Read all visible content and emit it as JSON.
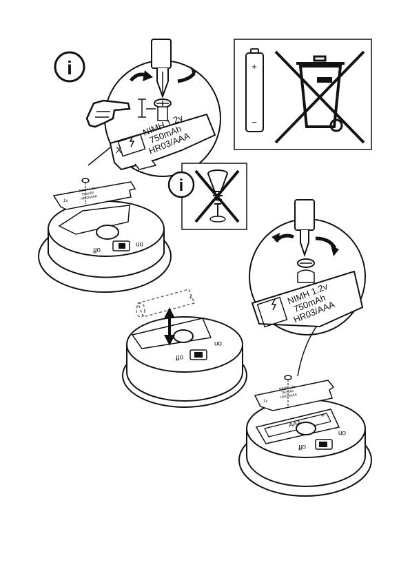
{
  "info_symbol": "i",
  "battery_label": {
    "line1": "NIMH 1.2v",
    "line2": "750mAh",
    "line3": "HR03/AAA"
  },
  "small_label": {
    "line1": "NIMH 1.2v",
    "line2": "750mAh",
    "line3": "HR03/AAA"
  },
  "switch_on": "on",
  "switch_off": "off",
  "cover_count": "1x",
  "battery_type": "AAA",
  "x_mark": "X",
  "plus": "+",
  "minus": "−",
  "icons": {
    "info": "info-icon",
    "battery": "battery-icon",
    "bin": "crossed-out-bin-icon",
    "screwdriver": "screwdriver-icon",
    "rotate": "rotate-arrows-icon",
    "hand": "pointing-hand-icon",
    "screw_forbidden": "crossed-out-screw-icon"
  },
  "colors": {
    "ink": "#111111",
    "paper": "#ffffff",
    "dash": "#666666"
  }
}
